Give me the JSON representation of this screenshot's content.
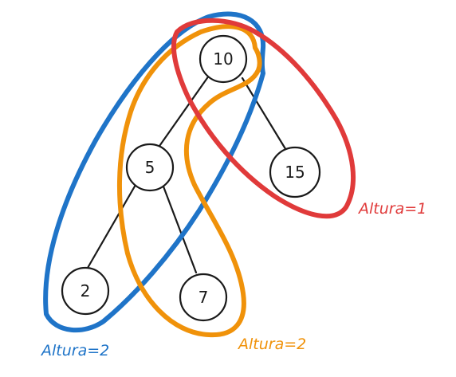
{
  "nodes": [
    {
      "id": "n10",
      "label": "10"
    },
    {
      "id": "n5",
      "label": "5"
    },
    {
      "id": "n15",
      "label": "15"
    },
    {
      "id": "n2",
      "label": "2"
    },
    {
      "id": "n7",
      "label": "7"
    }
  ],
  "edges": [
    {
      "from": "10",
      "to": "5"
    },
    {
      "from": "10",
      "to": "15"
    },
    {
      "from": "5",
      "to": "2"
    },
    {
      "from": "5",
      "to": "7"
    }
  ],
  "highlights": {
    "red": {
      "label": "Altura=1",
      "color": "#e03a3a"
    },
    "blue": {
      "label": "Altura=2",
      "color": "#1f74c8"
    },
    "orange": {
      "label": "Altura=2",
      "color": "#f0920a"
    }
  }
}
